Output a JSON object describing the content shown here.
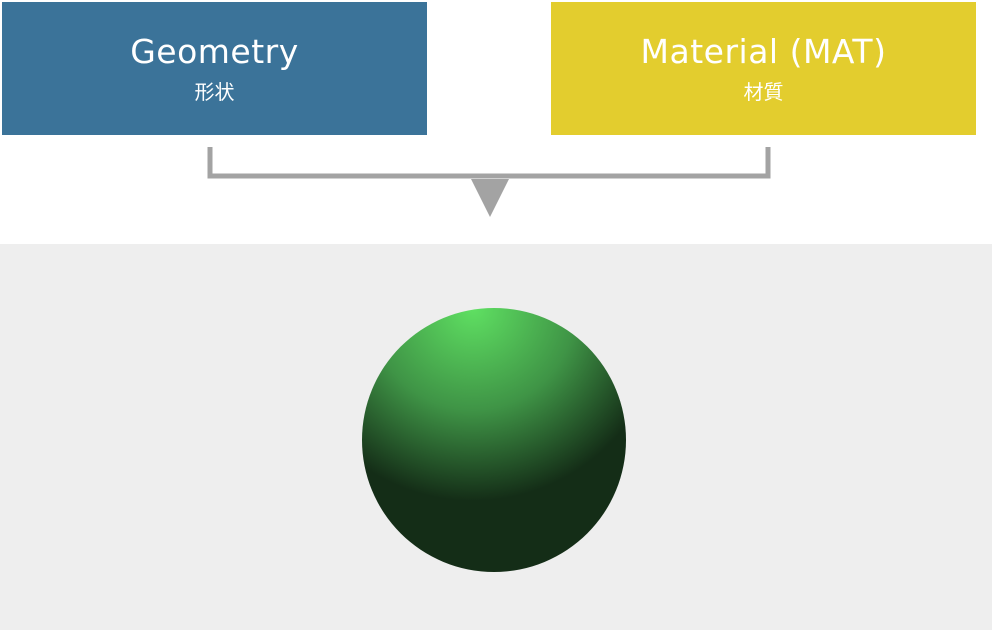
{
  "colors": {
    "geometry_box": "#3b7399",
    "material_box": "#e3cd2e",
    "connector": "#a3a3a3",
    "scene_background": "#eeeeee",
    "sphere_highlight": "#5fe062",
    "sphere_mid": "#3f9446",
    "sphere_shadow": "#142d17"
  },
  "geometry": {
    "title": "Geometry",
    "subtitle": "形状"
  },
  "material": {
    "title": "Material (MAT)",
    "subtitle": "材質"
  },
  "result": {
    "icon": "green-sphere-icon"
  }
}
